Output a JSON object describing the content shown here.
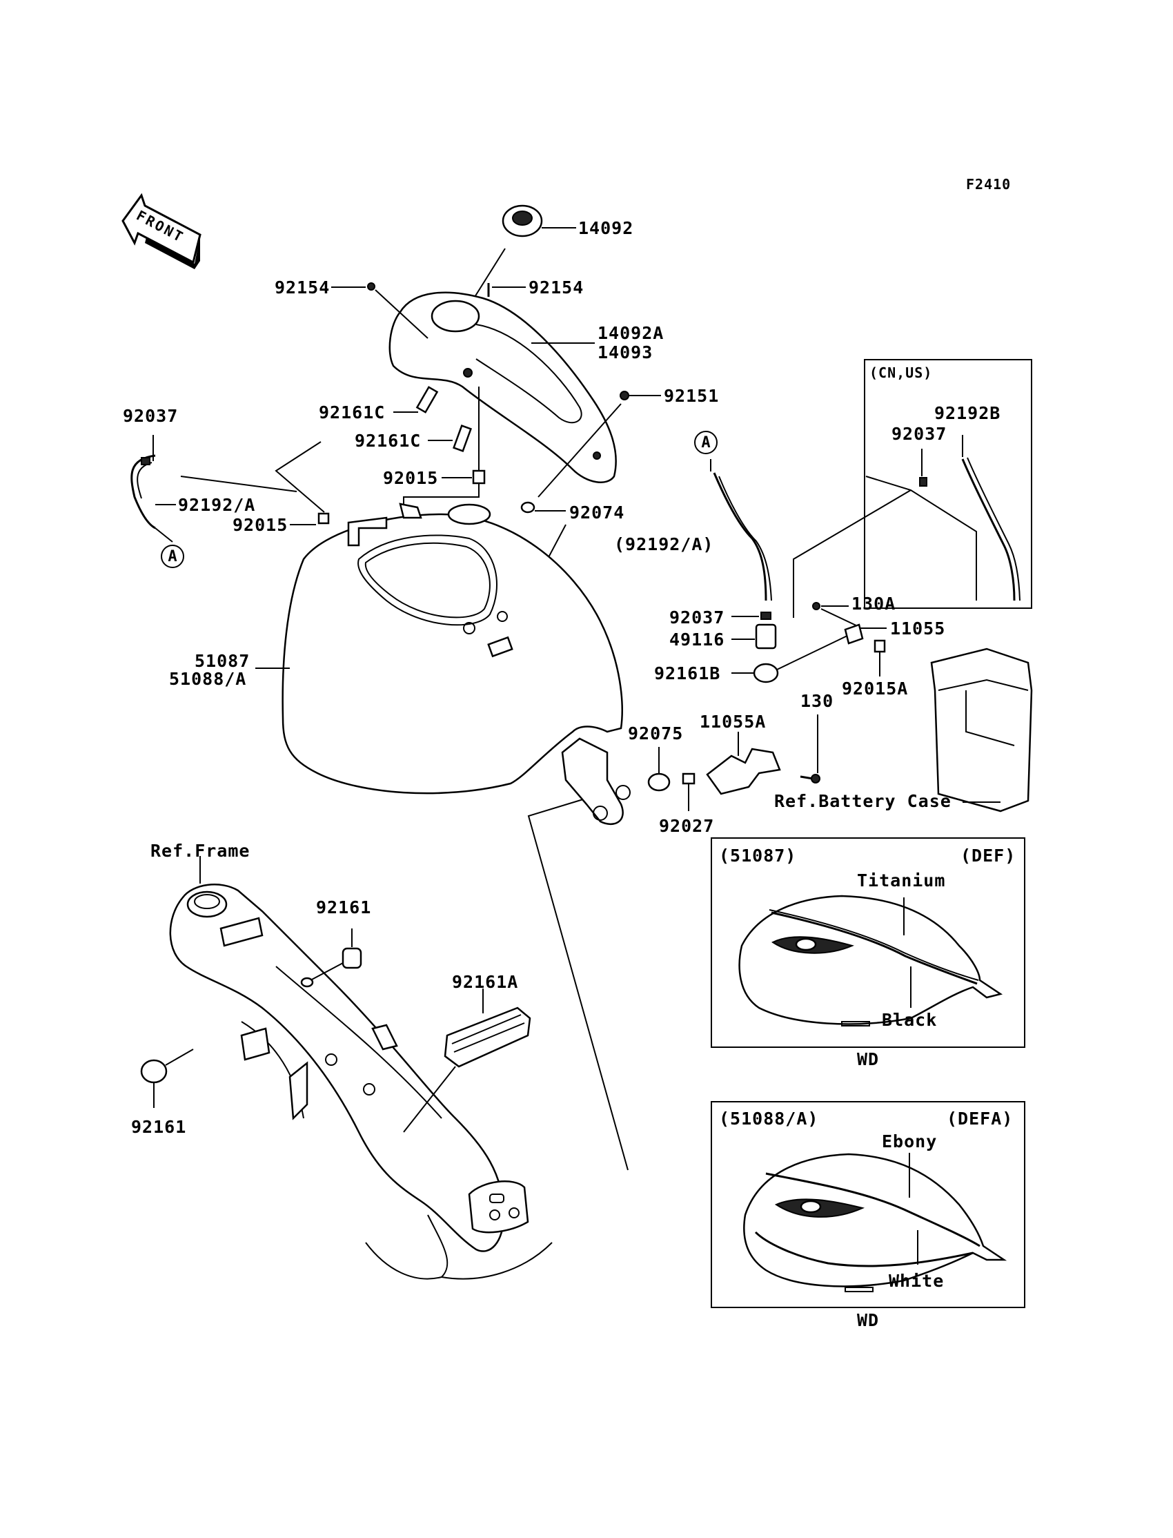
{
  "figure_code": "F2410",
  "front_label": "FRONT",
  "parts": {
    "p14092": "14092",
    "p92154_left": "92154",
    "p92154_right": "92154",
    "p14092A": "14092A",
    "p14093": "14093",
    "p92151": "92151",
    "p92037_left": "92037",
    "p92161C_upper": "92161C",
    "p92161C_lower": "92161C",
    "p92015_mid": "92015",
    "p92192A_left": "92192/A",
    "p92015_left": "92015",
    "p92074": "92074",
    "p92192A_paren": "(92192/A)",
    "p51087": "51087",
    "p51088A": "51088/A",
    "p92037_mid": "92037",
    "p49116": "49116",
    "p92161B": "92161B",
    "p130A": "130A",
    "p11055": "11055",
    "p92015A": "92015A",
    "p130": "130",
    "p11055A": "11055A",
    "p92075": "92075",
    "p92027": "92027",
    "ref_battery": "Ref.Battery Case",
    "ref_frame": "Ref.Frame",
    "p92161_top": "92161",
    "p92161A": "92161A",
    "p92161_bottom": "92161"
  },
  "marker_a": "A",
  "cn_box": {
    "title": "(CN,US)",
    "p92192B": "92192B",
    "p92037": "92037"
  },
  "variant_1": {
    "part": "(51087)",
    "code": "(DEF)",
    "color_top": "Titanium",
    "color_bottom": "Black",
    "caption": "WD"
  },
  "variant_2": {
    "part": "(51088/A)",
    "code": "(DEFA)",
    "color_top": "Ebony",
    "color_bottom": "White",
    "caption": "WD"
  }
}
